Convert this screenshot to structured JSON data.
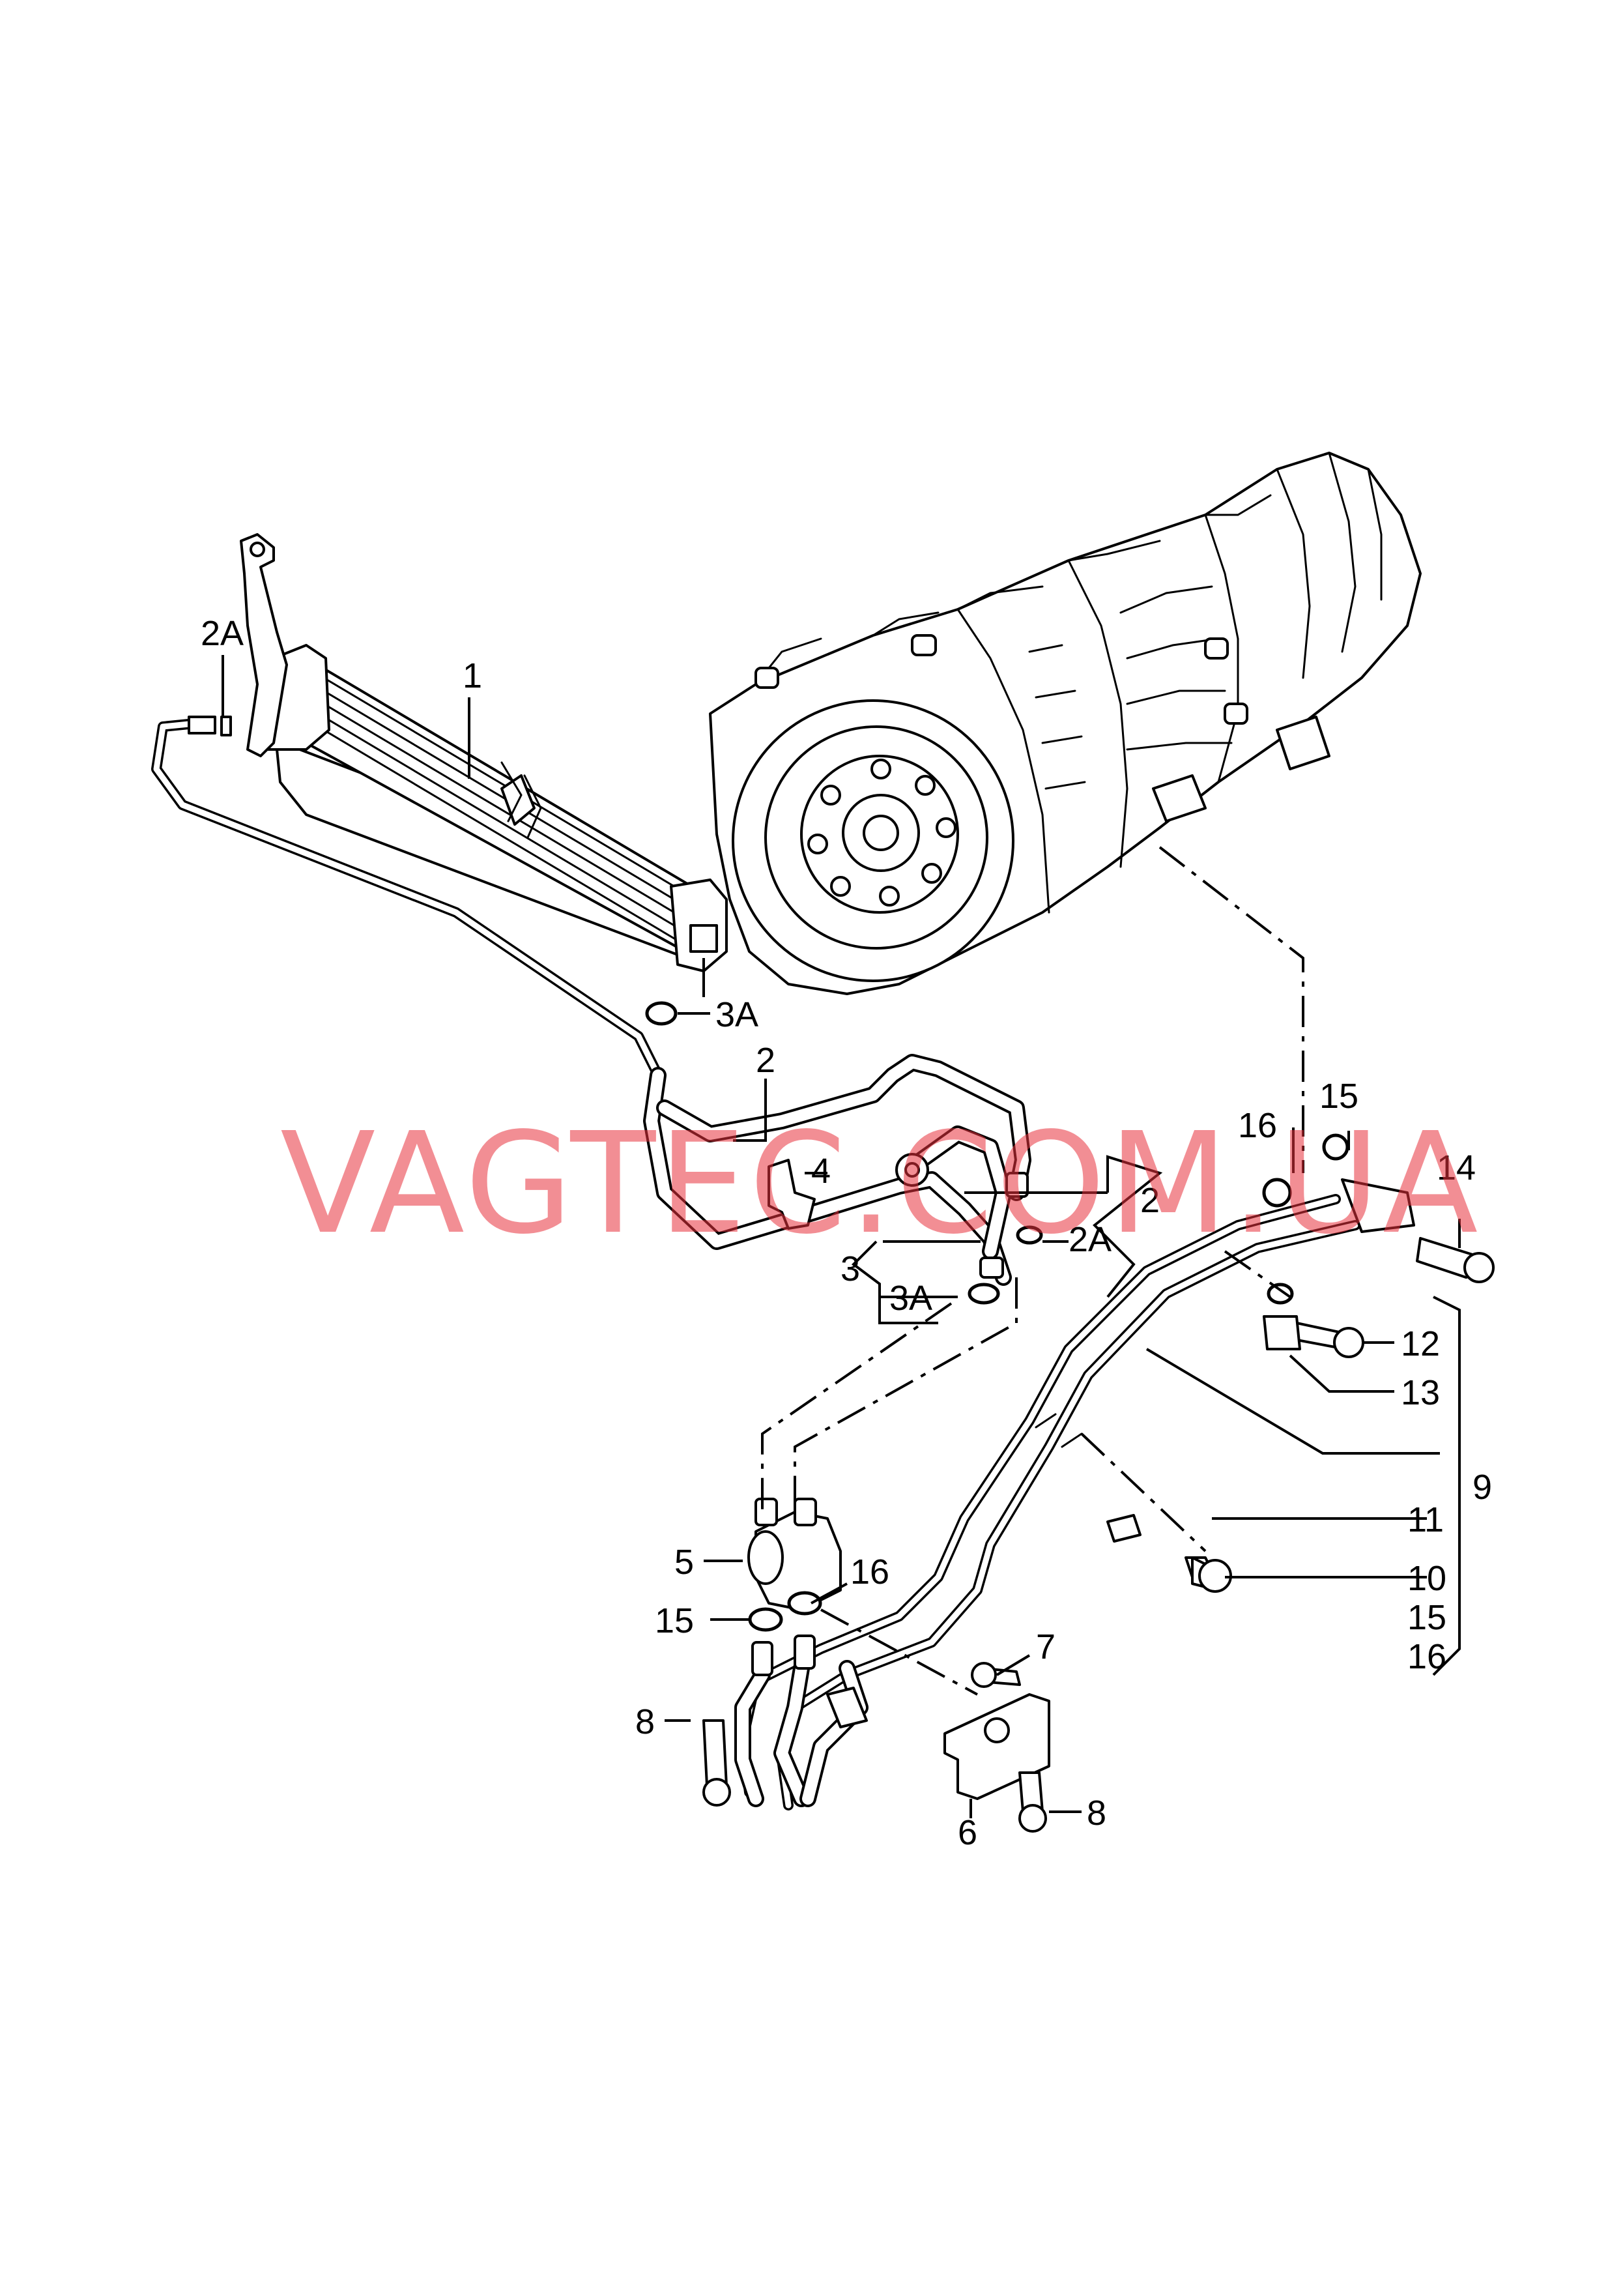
{
  "watermark": "VAGTEC.COM.UA",
  "callouts": {
    "c1": "1",
    "c2a_top": "2A",
    "c3a_top": "3A",
    "c2_top": "2",
    "c4": "4",
    "c2_right": "2",
    "c2a_right": "2A",
    "c3": "3",
    "c3a_mid": "3A",
    "c15_top": "15",
    "c16_top": "16",
    "c14": "14",
    "c12": "12",
    "c13": "13",
    "c9": "9",
    "c11": "11",
    "c10": "10",
    "c15_right": "15",
    "c16_right": "16",
    "c5": "5",
    "c16_mid": "16",
    "c15_left": "15",
    "c7": "7",
    "c8_left": "8",
    "c8_right": "8",
    "c6": "6"
  },
  "colors": {
    "line": "#000000",
    "watermark": "#e8313c",
    "background": "#ffffff"
  }
}
